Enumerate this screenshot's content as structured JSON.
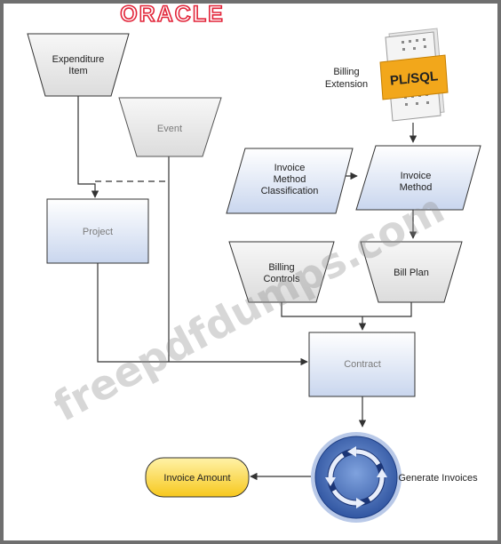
{
  "brand": {
    "logo_text": "ORACLE",
    "color": "#e2253a"
  },
  "watermark": {
    "text": "freepdfdumps.com"
  },
  "nodes": {
    "expenditure_item": {
      "line1": "Expenditure",
      "line2": "Item"
    },
    "event": {
      "label": "Event"
    },
    "project": {
      "label": "Project"
    },
    "billing_extension": {
      "line1": "Billing",
      "line2": "Extension",
      "icon_label": "PL/SQL"
    },
    "invoice_method_classification": {
      "line1": "Invoice",
      "line2": "Method",
      "line3": "Classification"
    },
    "invoice_method": {
      "line1": "Invoice",
      "line2": "Method"
    },
    "billing_controls": {
      "line1": "Billing",
      "line2": "Controls"
    },
    "bill_plan": {
      "label": "Bill Plan"
    },
    "contract": {
      "label": "Contract"
    },
    "generate_invoices": {
      "label": "Generate Invoices"
    },
    "invoice_amount": {
      "label": "Invoice Amount"
    }
  },
  "colors": {
    "box_fill": "#e3eaf6",
    "shape_gray": "#eeeeee",
    "highlight_yellow": "#ffd84d",
    "cycle_blue": "#3e66b4",
    "line": "#333333"
  }
}
